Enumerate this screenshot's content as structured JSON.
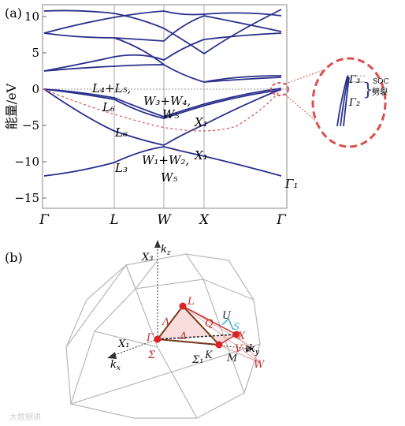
{
  "panel_a": {
    "tag": "(a)",
    "ylabel": "能量/eV",
    "yticks": [
      "10",
      "5",
      "0",
      "−5",
      "−10",
      "−15"
    ],
    "xticks": [
      "Γ",
      "L",
      "W",
      "X",
      "Γ"
    ],
    "labels": {
      "l45": "L₄+L₅,",
      "l6a": "L₆",
      "w34": "W₃+W₄,",
      "w5a": "W₅",
      "x1a": "X₁",
      "l6b": "L₆",
      "w12": "W₁+W₂,",
      "x1b": "X₁",
      "w5b": "W₅",
      "l3": "L₃",
      "g1": "Γ₁"
    },
    "inset": {
      "g3": "Γ₃",
      "g2": "Γ₂",
      "soc": "SOC",
      "split": "劈裂"
    },
    "colors": {
      "bands": "#2a2f8c",
      "dashed": "#d9504e",
      "frame": "#888888"
    }
  },
  "panel_b": {
    "tag": "(b)",
    "kz": "k",
    "kz_sub": "z",
    "ky": "k",
    "ky_sub": "y",
    "kx": "k",
    "kx_sub": "x",
    "x3": "X₃",
    "x1": "X₁",
    "gamma": "Γ",
    "L": "L",
    "Lambda": "Λ",
    "Delta": "Δ",
    "Sigma": "Σ",
    "K": "K",
    "Sigma1": "Σ₁",
    "M": "M",
    "Q": "Q",
    "U": "U",
    "S": "S",
    "X": "X",
    "V": "V",
    "W": "W",
    "colors": {
      "path": "#c03030",
      "bz": "#b8b8b8",
      "brown": "#7a3a1a"
    }
  },
  "watermark": "大数据讲"
}
